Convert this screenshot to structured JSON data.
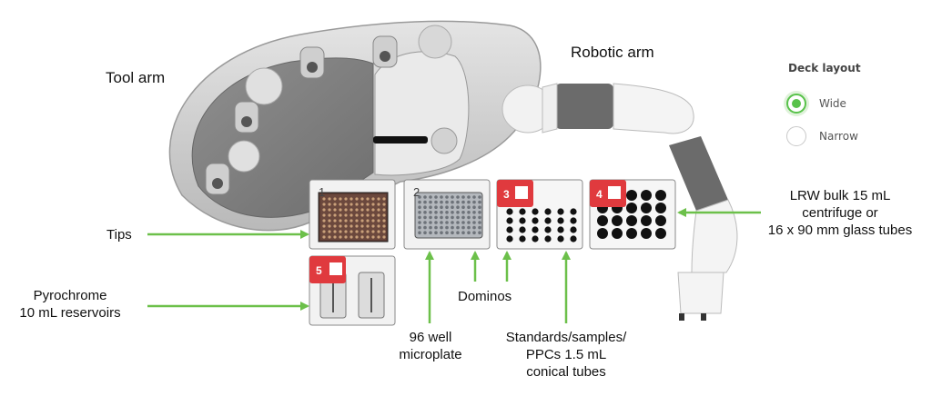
{
  "arms": {
    "tool_arm": "Tool arm",
    "robotic_arm": "Robotic arm"
  },
  "deck_layout": {
    "title": "Deck layout",
    "options": [
      {
        "label": "Wide",
        "selected": true
      },
      {
        "label": "Narrow",
        "selected": false
      }
    ],
    "accent_color": "#58c24a"
  },
  "slots": [
    {
      "number": "1",
      "content": "tip rack",
      "badge": false
    },
    {
      "number": "2",
      "content": "96 well plate",
      "badge": false
    },
    {
      "number": "3",
      "content": "tube rack small",
      "badge": true
    },
    {
      "number": "4",
      "content": "tube rack large",
      "badge": true
    },
    {
      "number": "5",
      "content": "reservoirs",
      "badge": true
    }
  ],
  "labels": {
    "tips": "Tips",
    "pyrochrome": [
      "Pyrochrome",
      "10 mL reservoirs"
    ],
    "microplate": [
      "96 well",
      "microplate"
    ],
    "dominos": "Dominos",
    "standards": [
      "Standards/samples/",
      "PPCs 1.5 mL",
      "conical tubes"
    ],
    "lrw": [
      "LRW bulk 15 mL",
      "centrifuge or",
      "16 x 90 mm glass tubes"
    ]
  },
  "colors": {
    "arrow": "#6cc04a",
    "badge": "#e03a3e",
    "housing": "#c9c9c9",
    "arm_gray": "#6b6b6b"
  }
}
